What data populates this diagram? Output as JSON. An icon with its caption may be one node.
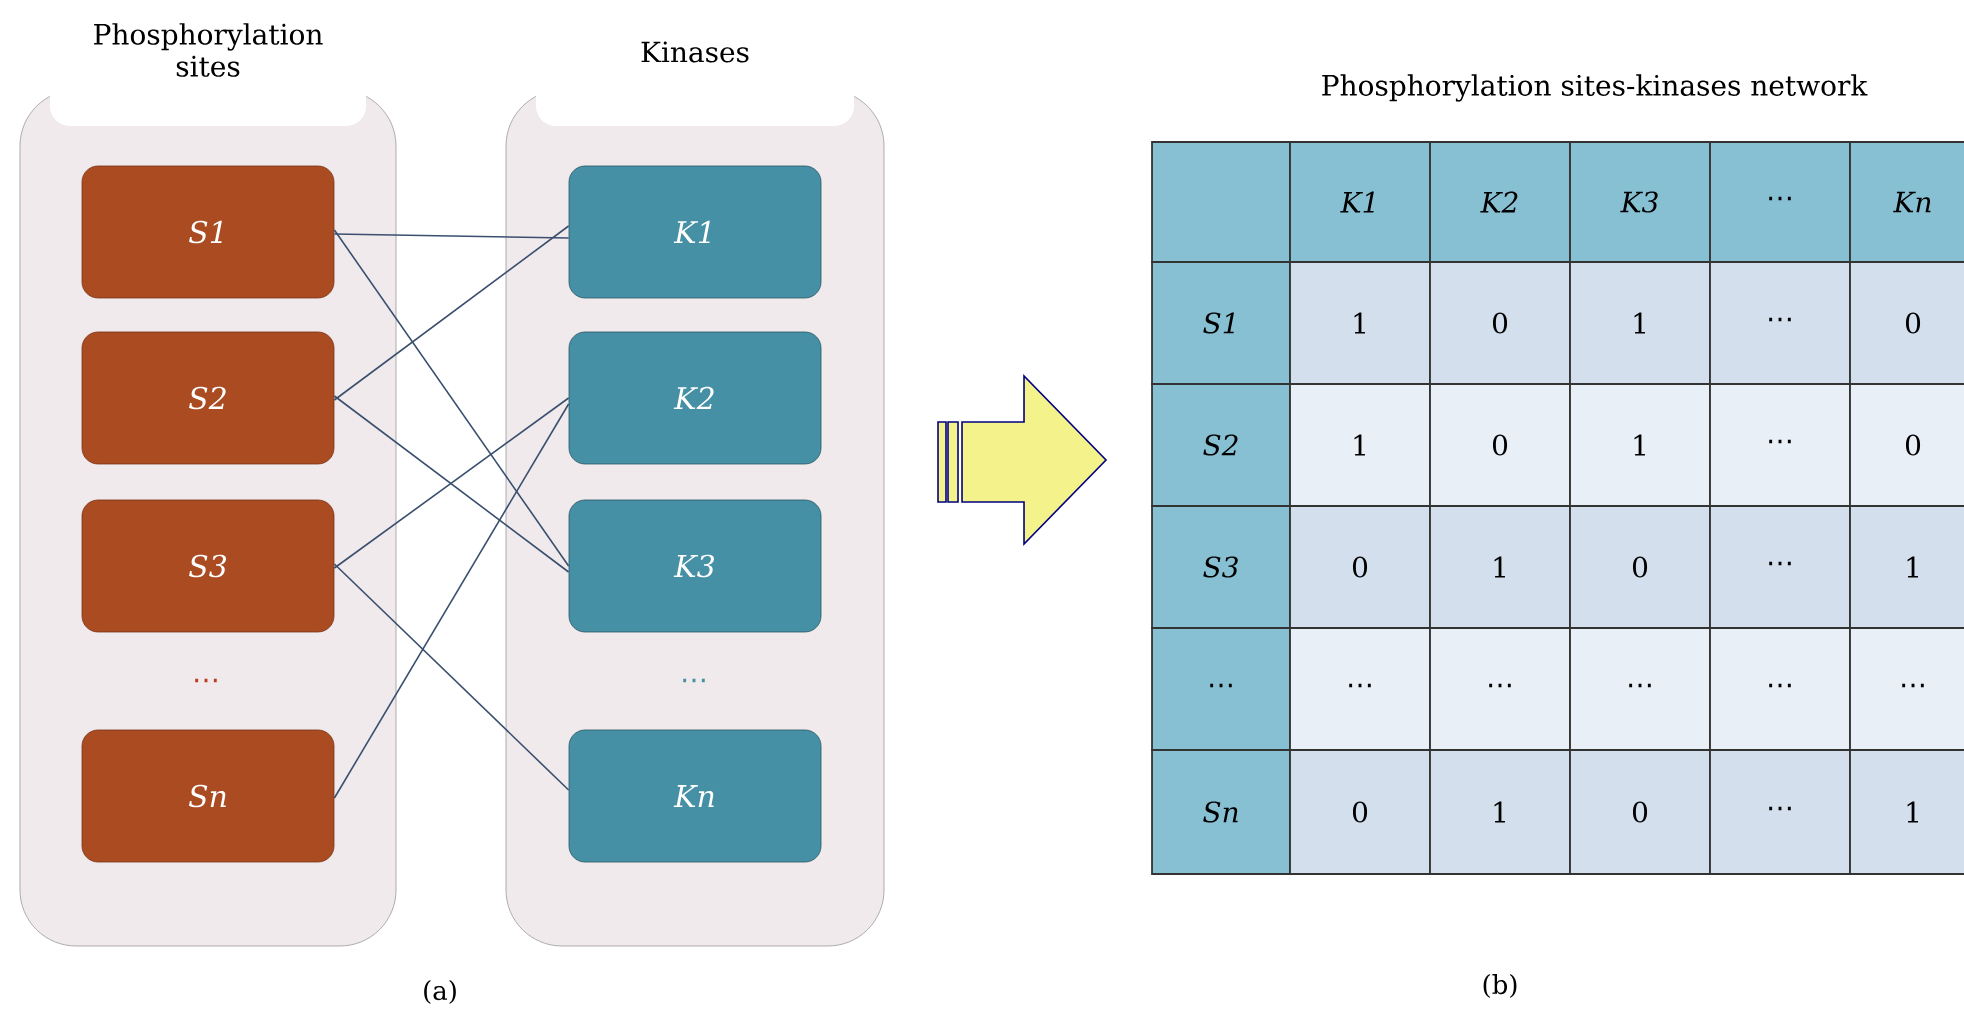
{
  "diagram": {
    "nodes": [
      {
        "text": [
          "Phosphorylation sites"
        ]
      },
      {
        "text": [
          "S1"
        ],
        "in": 0
      },
      {
        "text": [
          "S2"
        ],
        "in": 0
      },
      {
        "text": [
          "S3"
        ],
        "in": 0
      },
      {
        "text": [
          "Sn"
        ],
        "in": 0
      },
      {
        "text": [
          "Kinases"
        ]
      },
      {
        "text": [
          "K1"
        ],
        "in": 5
      },
      {
        "text": [
          "K2"
        ],
        "in": 5
      },
      {
        "text": [
          "K3"
        ],
        "in": 5
      },
      {
        "text": [
          "Kn"
        ],
        "in": 5
      }
    ],
    "edges": [
      {
        "from": 1,
        "to": 6,
        "arrow": "none"
      },
      {
        "from": 1,
        "to": 8,
        "arrow": "none"
      },
      {
        "from": 2,
        "to": 6,
        "arrow": "none"
      },
      {
        "from": 2,
        "to": 8,
        "arrow": "none"
      },
      {
        "from": 3,
        "to": 7,
        "arrow": "none"
      },
      {
        "from": 3,
        "to": 9,
        "arrow": "none"
      },
      {
        "from": 4,
        "to": 7,
        "arrow": "none"
      }
    ],
    "labels": [
      "⋯",
      "⋯",
      "(a)",
      "Phosphorylation sites-kinases network",
      "K1",
      "K2",
      "K3",
      "⋯",
      "Kn",
      "S1",
      "1",
      "0",
      "1",
      "⋯",
      "0",
      "S2",
      "1",
      "0",
      "1",
      "⋯",
      "0",
      "S3",
      "0",
      "1",
      "0",
      "⋯",
      "1",
      "⋯",
      "⋯",
      "⋯",
      "⋯",
      "⋯",
      "⋯",
      "Sn",
      "0",
      "1",
      "0",
      "⋯",
      "1",
      "(b)"
    ]
  }
}
